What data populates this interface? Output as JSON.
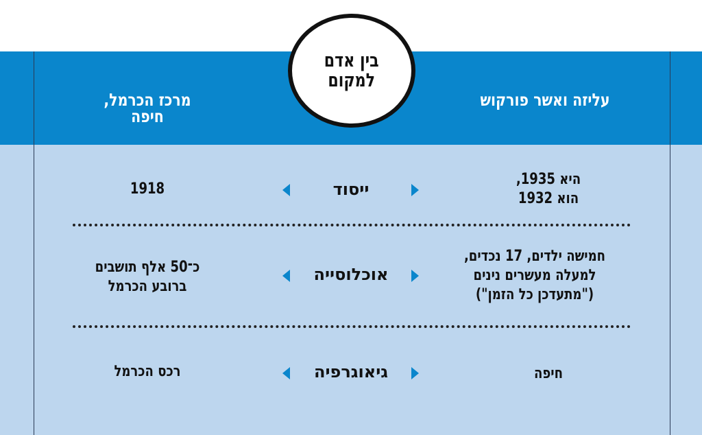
{
  "header": {
    "right_title": "עליזה ואשר פורקוש",
    "left_title_line1": "מרכז הכרמל,",
    "left_title_line2": "חיפה",
    "center_line1": "בין אדם",
    "center_line2": "למקום"
  },
  "rows": [
    {
      "label": "ייסוד",
      "right_lines": [
        "היא 1935,",
        "הוא 1932"
      ],
      "left_lines": [
        "1918"
      ]
    },
    {
      "label": "אוכלוסייה",
      "right_lines": [
        "חמישה ילדים, 17 נכדים,",
        "למעלה מעשרים נינים",
        "(\"מתעדכן כל הזמן\")"
      ],
      "left_lines": [
        "כ־50 אלף תושבים",
        "ברובע הכרמל"
      ]
    },
    {
      "label": "גיאוגרפיה",
      "right_lines": [
        "חיפה"
      ],
      "left_lines": [
        "רכס הכרמל"
      ]
    }
  ],
  "colors": {
    "header": "#0a86cc",
    "body": "#bdd6ee",
    "arrow": "#0a86cc"
  }
}
